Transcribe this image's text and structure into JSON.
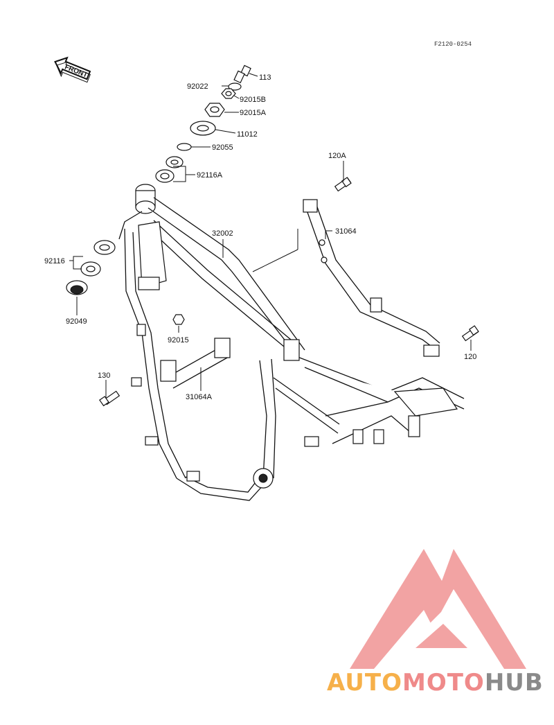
{
  "diagram": {
    "ref_code": "F2120-0254",
    "front_label": "FRONT",
    "parts": [
      {
        "id": "p113",
        "label": "113"
      },
      {
        "id": "p92022",
        "label": "92022"
      },
      {
        "id": "p92015B",
        "label": "92015B"
      },
      {
        "id": "p92015A",
        "label": "92015A"
      },
      {
        "id": "p11012",
        "label": "11012"
      },
      {
        "id": "p92055",
        "label": "92055"
      },
      {
        "id": "p92116A",
        "label": "92116A"
      },
      {
        "id": "p32002",
        "label": "32002"
      },
      {
        "id": "p120A",
        "label": "120A"
      },
      {
        "id": "p31064",
        "label": "31064"
      },
      {
        "id": "p92116",
        "label": "92116"
      },
      {
        "id": "p92049",
        "label": "92049"
      },
      {
        "id": "p92015",
        "label": "92015"
      },
      {
        "id": "p130",
        "label": "130"
      },
      {
        "id": "p31064A",
        "label": "31064A"
      },
      {
        "id": "p120",
        "label": "120"
      }
    ]
  },
  "watermark": {
    "text_part1": "AUTO",
    "text_part2": "MOTO",
    "text_part3": "HUB",
    "colors": {
      "orange": "#f6b04a",
      "red": "#ef8a8a",
      "gray": "#8a8a8a",
      "logo": "#f19a9a"
    }
  }
}
